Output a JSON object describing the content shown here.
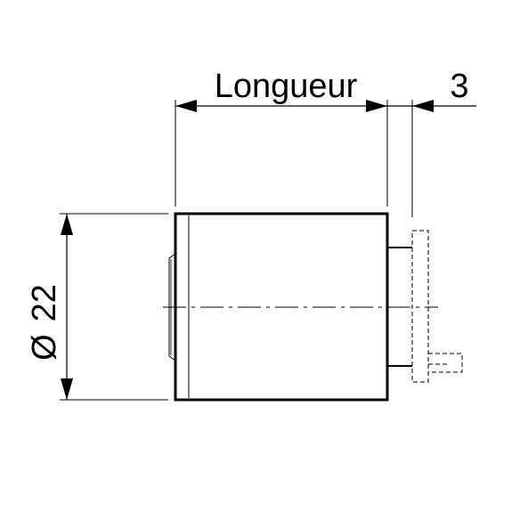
{
  "drawing": {
    "length_label": "Longueur",
    "offset_label": "3",
    "diameter_symbol": "Ø",
    "diameter_value": "22",
    "line_color": "#000000",
    "background_color": "#ffffff"
  }
}
